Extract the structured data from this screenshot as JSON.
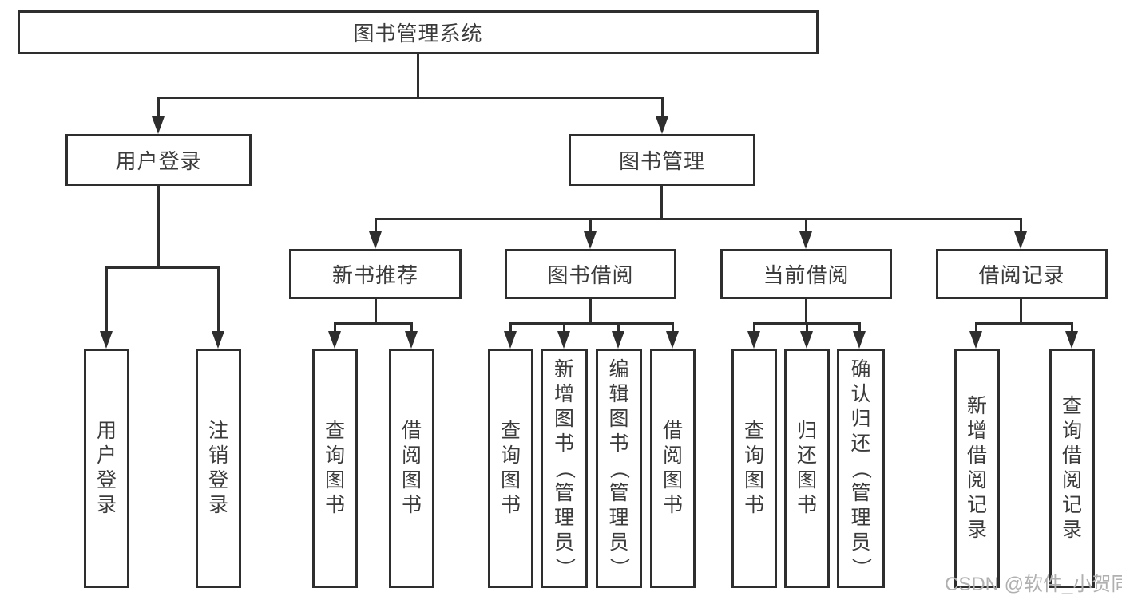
{
  "diagram": {
    "root": {
      "label": "图书管理系统"
    },
    "level2": [
      {
        "label": "用户登录"
      },
      {
        "label": "图书管理"
      }
    ],
    "level3": [
      {
        "label": "新书推荐",
        "parent": "图书管理"
      },
      {
        "label": "图书借阅",
        "parent": "图书管理"
      },
      {
        "label": "当前借阅",
        "parent": "图书管理"
      },
      {
        "label": "借阅记录",
        "parent": "图书管理"
      }
    ],
    "leaves": [
      {
        "label": "用户登录",
        "parent": "用户登录"
      },
      {
        "label": "注销登录",
        "parent": "用户登录"
      },
      {
        "label": "查询图书",
        "parent": "新书推荐"
      },
      {
        "label": "借阅图书",
        "parent": "新书推荐"
      },
      {
        "label": "查询图书",
        "parent": "图书借阅"
      },
      {
        "label": "新增图书（管理员）",
        "parent": "图书借阅"
      },
      {
        "label": "编辑图书（管理员）",
        "parent": "图书借阅"
      },
      {
        "label": "借阅图书",
        "parent": "图书借阅"
      },
      {
        "label": "查询图书",
        "parent": "当前借阅"
      },
      {
        "label": "归还图书",
        "parent": "当前借阅"
      },
      {
        "label": "确认归还（管理员）",
        "parent": "当前借阅"
      },
      {
        "label": "新增借阅记录",
        "parent": "借阅记录"
      },
      {
        "label": "查询借阅记录",
        "parent": "借阅记录"
      }
    ],
    "watermark": "CSDN @软件_小贺同学",
    "colors": {
      "line": "#2e2e2e",
      "text": "#3b3b3b",
      "watermark": "#b0b0b0",
      "background": "#ffffff"
    }
  }
}
